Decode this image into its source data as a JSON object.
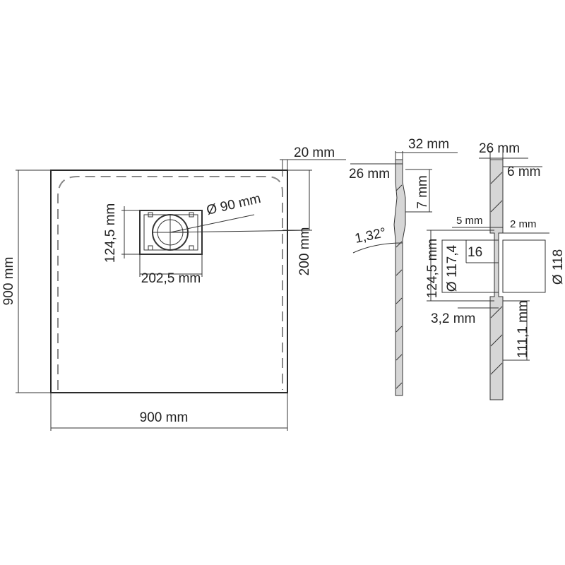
{
  "dims": {
    "tray_width": "900 mm",
    "tray_height": "900 mm",
    "drain_offset": "200 mm",
    "rim_width": "20 mm",
    "drain_diameter": "Ø 90 mm",
    "drain_box_height": "124,5 mm",
    "drain_box_width": "202,5 mm"
  },
  "section": {
    "top_thickness": "32 mm",
    "edge_thickness": "26 mm",
    "step": "7 mm",
    "slope": "1,32°"
  },
  "detail": {
    "thickness": "26 mm",
    "lip": "6 mm",
    "gap_left": "5 mm",
    "gap_right": "2 mm",
    "height": "124,5 mm",
    "inner_diameter": "Ø 117,4",
    "depth": "16",
    "outer_diameter": "Ø 118",
    "flange": "3,2 mm",
    "lower_height": "111,1 mm"
  }
}
